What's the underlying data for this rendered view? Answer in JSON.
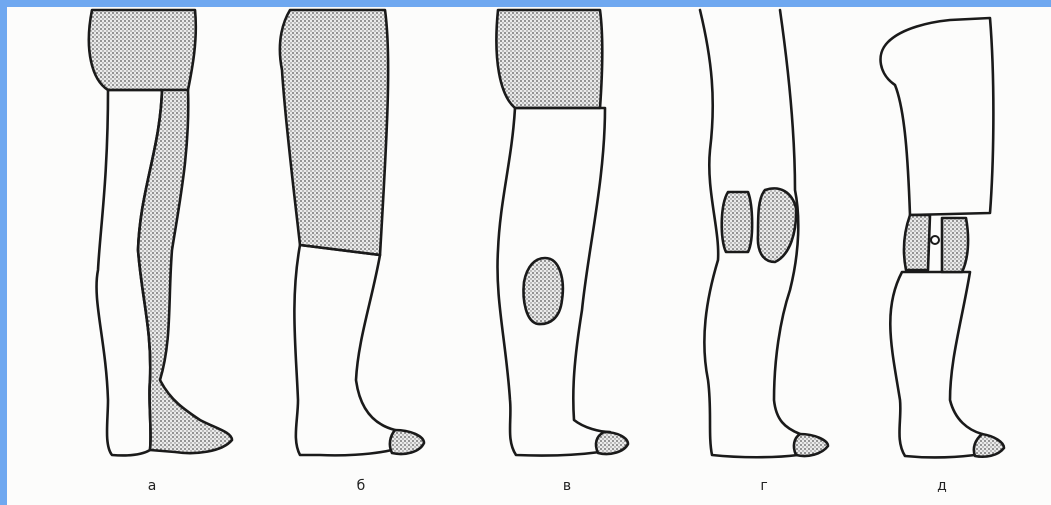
{
  "figure": {
    "labels": [
      "а",
      "б",
      "в",
      "г",
      "д"
    ]
  }
}
